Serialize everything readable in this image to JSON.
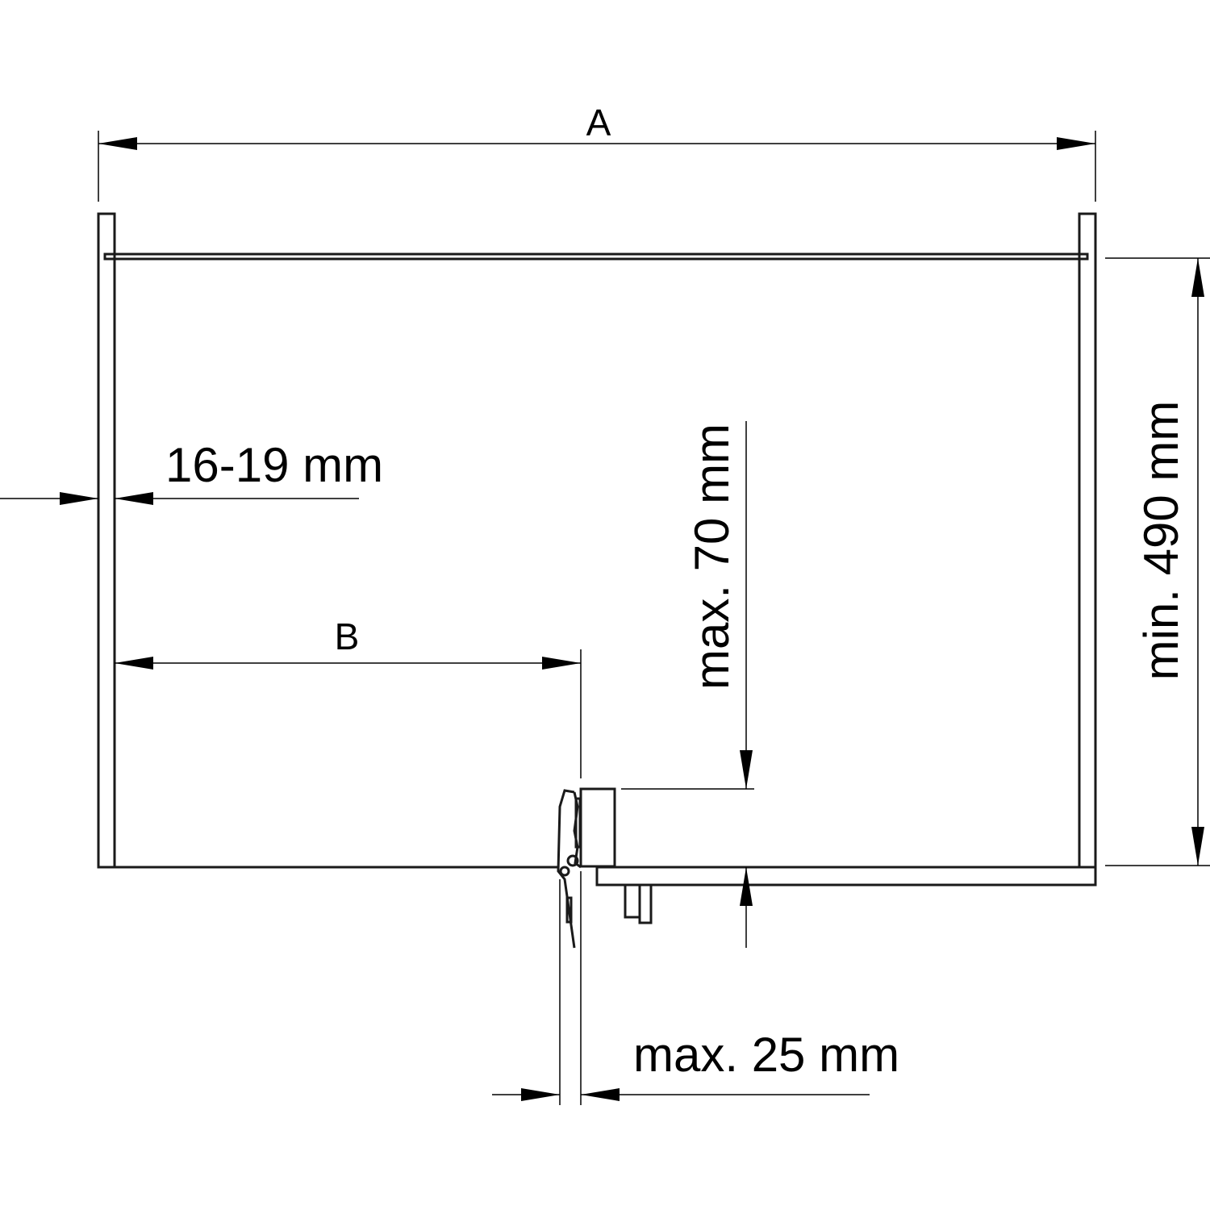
{
  "labels": {
    "width": "A",
    "inner_offset": "B",
    "panel_thickness": "16-19 mm",
    "max_height": "max. 70 mm",
    "min_depth": "min. 490 mm",
    "max_overlay": "max. 25 mm"
  }
}
